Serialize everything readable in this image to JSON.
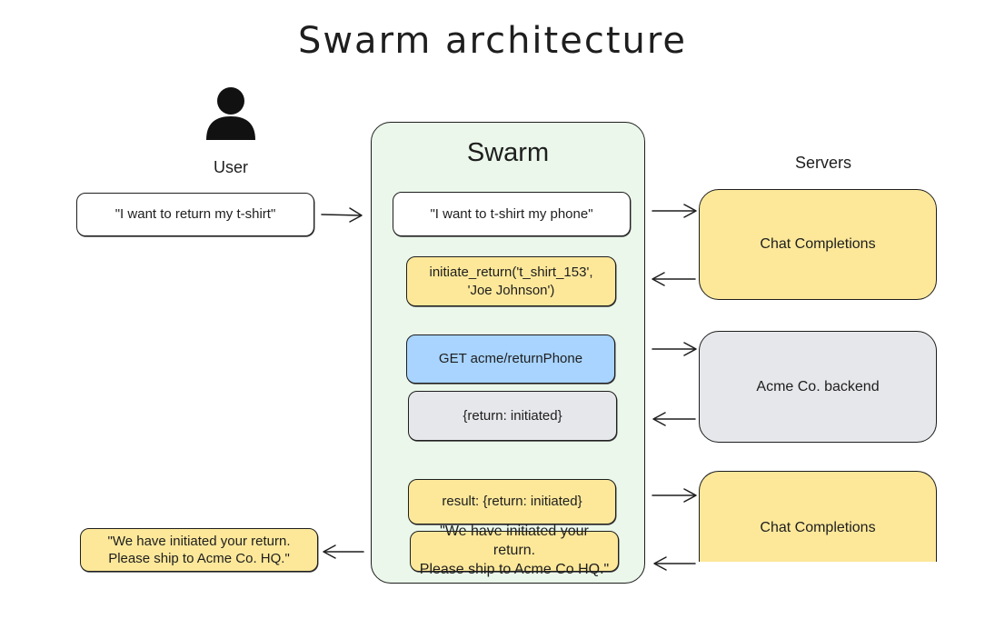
{
  "title": "Swarm architecture",
  "user": {
    "label": "User",
    "request": "\"I want to return my t-shirt\"",
    "final_reply": "\"We have initiated your return.\nPlease ship to Acme Co. HQ.\""
  },
  "swarm": {
    "title": "Swarm",
    "steps": [
      "\"I want to t-shirt my phone\"",
      "initiate_return('t_shirt_153',\n'Joe Johnson')",
      "GET acme/returnPhone",
      "{return: initiated}",
      "result: {return: initiated}",
      "\"We have initiated your return.\nPlease ship to Acme Co HQ.\""
    ]
  },
  "servers": {
    "label": "Servers",
    "items": [
      "Chat Completions",
      "Acme Co. backend",
      "Chat Completions"
    ]
  },
  "colors": {
    "swarm_panel": "#eaf7ea",
    "llm": "#fde89a",
    "request": "#a8d4ff",
    "backend": "#e6e7ea"
  }
}
